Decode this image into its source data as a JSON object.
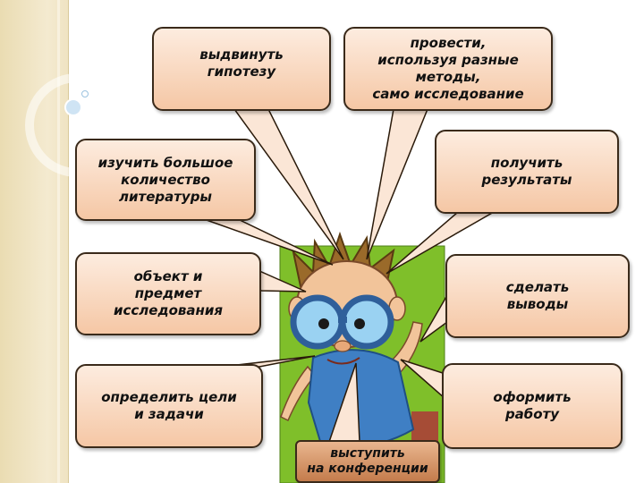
{
  "callouts": [
    {
      "id": "c1",
      "name": "callout-hypothesis",
      "text": "выдвинуть\nгипотезу"
    },
    {
      "id": "c2",
      "name": "callout-conduct-research",
      "text": "провести,\nиспользуя разные\nметоды,\nсамо исследование"
    },
    {
      "id": "c3",
      "name": "callout-study-literature",
      "text": "изучить большое\nколичество\nлитературы"
    },
    {
      "id": "c4",
      "name": "callout-get-results",
      "text": "получить\nрезультаты"
    },
    {
      "id": "c5",
      "name": "callout-object-subject",
      "text": "объект и\nпредмет\nисследования"
    },
    {
      "id": "c6",
      "name": "callout-conclusions",
      "text": "сделать\nвыводы"
    },
    {
      "id": "c7",
      "name": "callout-goals-tasks",
      "text": "определить цели\nи задачи"
    },
    {
      "id": "c8",
      "name": "callout-format-work",
      "text": "оформить\nработу"
    },
    {
      "id": "c9",
      "name": "callout-conference",
      "text": "выступить\nна конференции"
    }
  ],
  "colors": {
    "callout_light": "#fdecdf",
    "callout_dark": "#f5c7a5",
    "picture_background": "#7fbf2a",
    "hair": "#9a6a2a",
    "glasses": "#2f8fc8",
    "shirt": "#3f7fc4",
    "sidebar": "#eadcb2"
  },
  "icons": {
    "character": "cartoon-boy-with-goggles-icon"
  }
}
